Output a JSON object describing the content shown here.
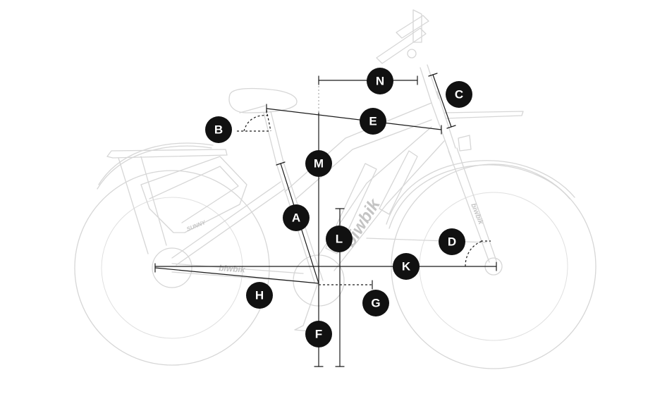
{
  "brand": {
    "chainstay_logo": "biwbik",
    "downtube_logo": "biwbik",
    "model_text": "SUNNY"
  },
  "dimension_labels": [
    "A",
    "B",
    "C",
    "D",
    "E",
    "F",
    "G",
    "H",
    "K",
    "L",
    "M",
    "N"
  ],
  "colors": {
    "badge": "#111111",
    "badge_text": "#ffffff",
    "bike_outline": "#d6d6d6",
    "dimension_line": "#1a1a1a"
  }
}
